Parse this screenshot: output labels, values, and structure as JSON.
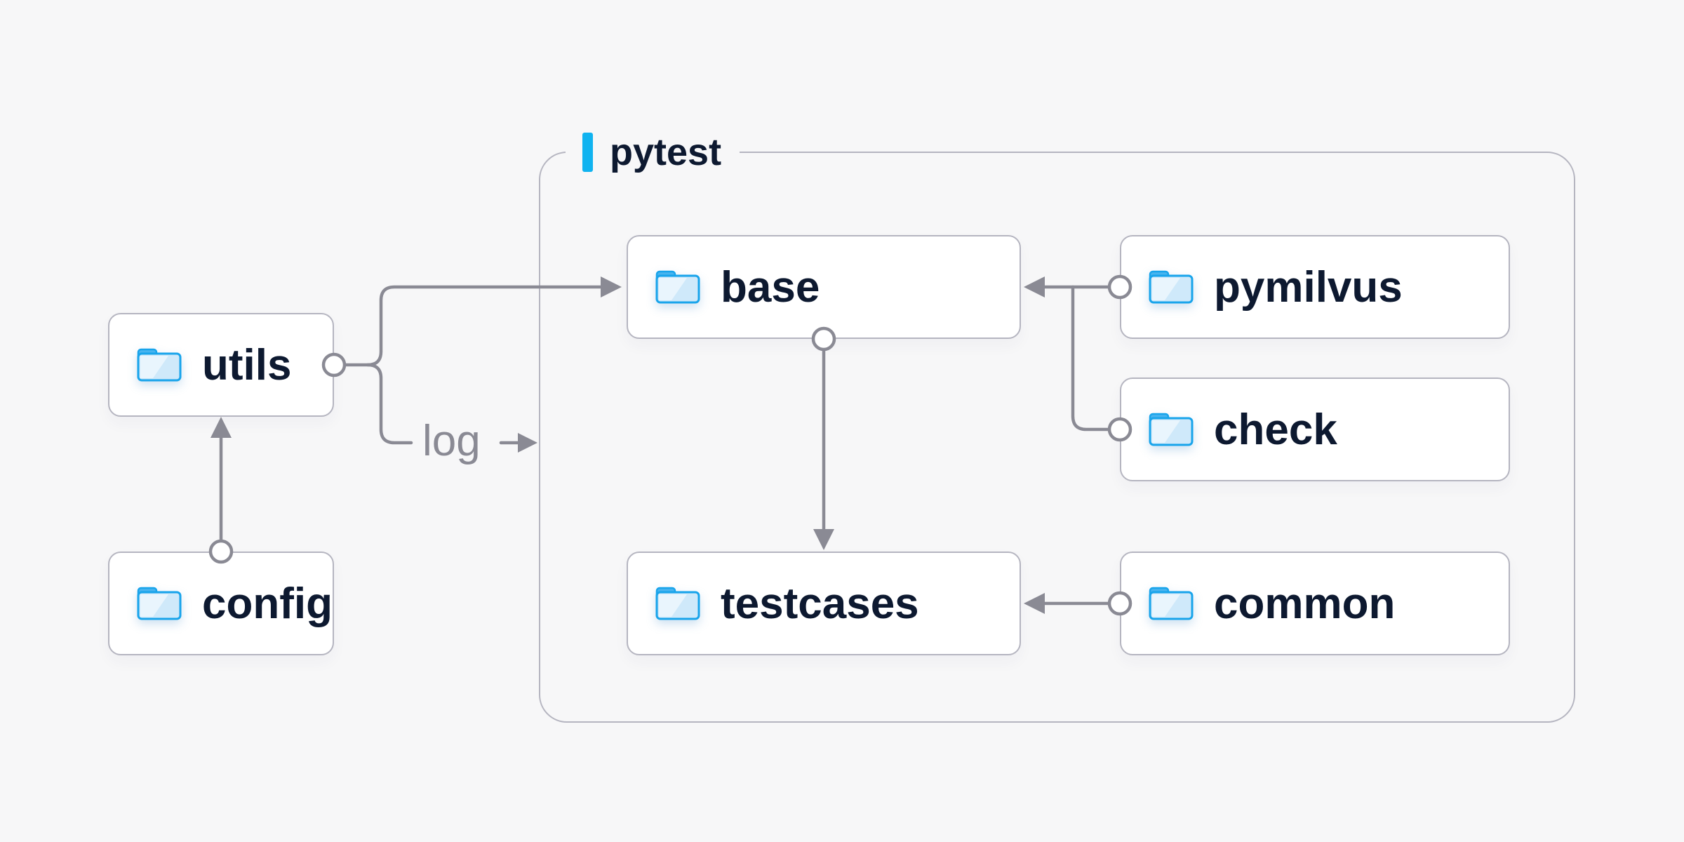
{
  "colors": {
    "page_background": "#f7f7f8",
    "node_background": "#ffffff",
    "node_border": "#b5b5c0",
    "container_border": "#b5b5c0",
    "connector_gray": "#8a8a94",
    "text_navy": "#0d1930",
    "accent_cyan": "#10b3f0",
    "folder_blue": "#18a4eb",
    "folder_fill_light": "#e8f5fd"
  },
  "diagram": {
    "container": {
      "label": "pytest"
    },
    "nodes": [
      {
        "id": "utils",
        "label": "utils"
      },
      {
        "id": "config",
        "label": "config"
      },
      {
        "id": "base",
        "label": "base"
      },
      {
        "id": "pymilvus",
        "label": "pymilvus"
      },
      {
        "id": "check",
        "label": "check"
      },
      {
        "id": "testcases",
        "label": "testcases"
      },
      {
        "id": "common",
        "label": "common"
      }
    ],
    "log_label": "log",
    "edges": [
      {
        "from": "config",
        "to": "utils",
        "type": "arrow"
      },
      {
        "from": "utils",
        "to": "base",
        "type": "arrow"
      },
      {
        "from": "utils",
        "to": "pytest-container",
        "type": "arrow",
        "label": "log"
      },
      {
        "from": "base",
        "to": "testcases",
        "type": "arrow"
      },
      {
        "from": "pymilvus",
        "to": "base",
        "type": "arrow"
      },
      {
        "from": "check",
        "to": "base",
        "type": "arrow-join"
      },
      {
        "from": "common",
        "to": "testcases",
        "type": "arrow"
      }
    ]
  }
}
